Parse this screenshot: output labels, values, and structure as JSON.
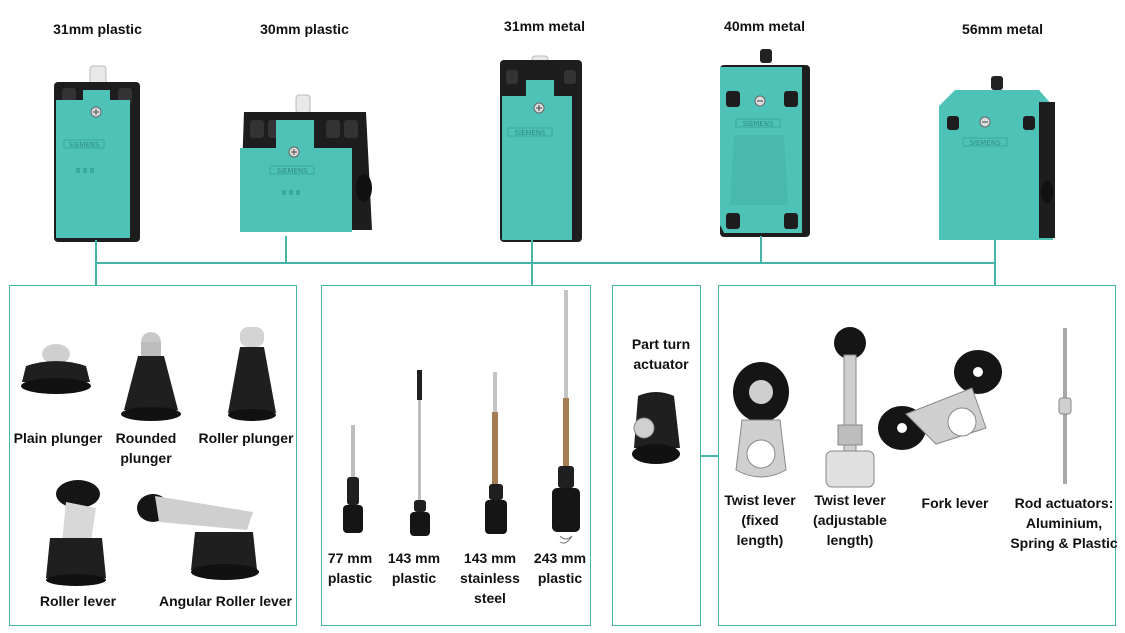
{
  "switches": [
    {
      "title": "31mm plastic"
    },
    {
      "title": "30mm plastic"
    },
    {
      "title": "31mm metal"
    },
    {
      "title": "40mm metal"
    },
    {
      "title": "56mm metal"
    }
  ],
  "brand": "SIEMENS",
  "colors": {
    "housing_teal": "#4fc2b7",
    "housing_teal_dark": "#3aa89e",
    "housing_black": "#1d1d1d",
    "connector_line": "#46b5a8"
  },
  "groups": {
    "plungers_levers": {
      "items": [
        {
          "label": "Plain plunger"
        },
        {
          "label": "Rounded plunger"
        },
        {
          "label": "Roller plunger"
        },
        {
          "label": "Roller lever"
        },
        {
          "label": "Angular Roller lever"
        }
      ]
    },
    "rods": {
      "items": [
        {
          "label": "77 mm plastic"
        },
        {
          "label": "143 mm plastic"
        },
        {
          "label": "143 mm stainless steel"
        },
        {
          "label": "243 mm plastic"
        }
      ]
    },
    "part_turn": {
      "label": "Part turn actuator"
    },
    "levers": {
      "items": [
        {
          "label": "Twist lever (fixed length)"
        },
        {
          "label": "Twist lever (adjustable length)"
        },
        {
          "label": "Fork lever"
        },
        {
          "label": "Rod actuators: Aluminium, Spring & Plastic"
        }
      ]
    }
  }
}
